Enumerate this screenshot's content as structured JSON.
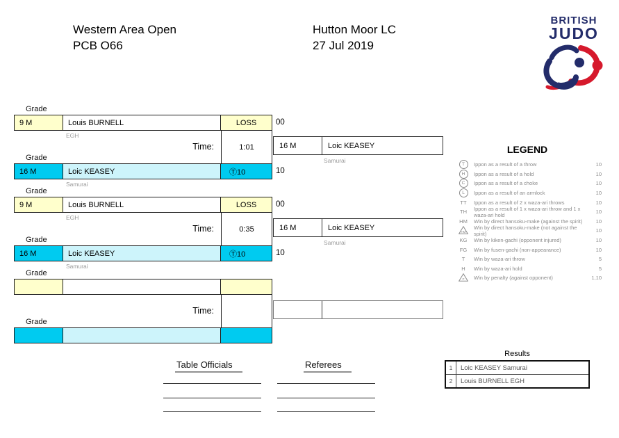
{
  "header": {
    "event_title": "Western Area Open",
    "category": "PCB O66",
    "venue": "Hutton Moor LC",
    "date": "27 Jul 2019",
    "logo_line1": "BRITISH",
    "logo_line2": "JUDO"
  },
  "labels": {
    "grade": "Grade",
    "time": "Time:"
  },
  "colors": {
    "pale_yellow": "#FFFFCC",
    "cyan": "#00CBF0",
    "light_cyan": "#CDF4FB",
    "logo_navy": "#232C6A",
    "logo_red": "#D6192C"
  },
  "matches": [
    {
      "top": {
        "grade": "9 M",
        "name": "Louis BURNELL",
        "club": "EGH",
        "result": "LOSS",
        "score": "00"
      },
      "time": "1:01",
      "winner": {
        "grade": "16 M",
        "name": "Loic KEASEY",
        "club": "Samurai"
      },
      "bottom": {
        "grade": "16 M",
        "name": "Loic KEASEY",
        "club": "Samurai",
        "result": "Ⓣ10",
        "score": "10"
      }
    },
    {
      "top": {
        "grade": "9 M",
        "name": "Louis BURNELL",
        "club": "EGH",
        "result": "LOSS",
        "score": "00"
      },
      "time": "0:35",
      "winner": {
        "grade": "16 M",
        "name": "Loic KEASEY",
        "club": "Samurai"
      },
      "bottom": {
        "grade": "16 M",
        "name": "Loic KEASEY",
        "club": "Samurai",
        "result": "Ⓣ10",
        "score": "10"
      }
    },
    {
      "top": {
        "grade": "",
        "name": "",
        "club": "",
        "result": "",
        "score": ""
      },
      "time": "",
      "winner": {
        "grade": "",
        "name": "",
        "club": ""
      },
      "bottom": {
        "grade": "",
        "name": "",
        "club": "",
        "result": "",
        "score": ""
      }
    }
  ],
  "legend": {
    "title": "LEGEND",
    "rows": [
      {
        "symbol": "T",
        "type": "circle",
        "text": "Ippon as a result of a throw",
        "value": "10"
      },
      {
        "symbol": "H",
        "type": "circle",
        "text": "Ippon as a result of a hold",
        "value": "10"
      },
      {
        "symbol": "C",
        "type": "circle",
        "text": "Ippon as a result of a choke",
        "value": "10"
      },
      {
        "symbol": "L",
        "type": "circle",
        "text": "Ippon as a result of an armlock",
        "value": "10"
      },
      {
        "symbol": "TT",
        "type": "plain",
        "text": "Ippon as a result of 2 x waza-ari throws",
        "value": "10"
      },
      {
        "symbol": "TH",
        "type": "plain",
        "text": "Ippon as a result of 1 x waza-ari throw and 1 x waza-ari hold",
        "value": "10"
      },
      {
        "symbol": "HM",
        "type": "plain",
        "text": "Win by direct hansoku-make (against the spirit)",
        "value": "10"
      },
      {
        "symbol": "HM",
        "type": "triangle",
        "text": "Win by direct hansoku-make (not against the spirit)",
        "value": "10"
      },
      {
        "symbol": "KG",
        "type": "plain",
        "text": "Win by kiken-gachi (opponent injured)",
        "value": "10"
      },
      {
        "symbol": "FG",
        "type": "plain",
        "text": "Win by fusen-gachi (non-appearance)",
        "value": "10"
      },
      {
        "symbol": "T",
        "type": "plain",
        "text": "Win by waza-ari throw",
        "value": "5"
      },
      {
        "symbol": "H",
        "type": "plain",
        "text": "Win by waza-ari hold",
        "value": "5"
      },
      {
        "symbol": "P",
        "type": "triangle",
        "text": "Win by penalty (against opponent)",
        "value": "1,10"
      }
    ]
  },
  "results": {
    "title": "Results",
    "rows": [
      {
        "rank": "1",
        "name": "Loic KEASEY Samurai"
      },
      {
        "rank": "2",
        "name": "Louis BURNELL EGH"
      }
    ]
  },
  "officials": {
    "table_officials_label": "Table Officials",
    "referees_label": "Referees"
  }
}
